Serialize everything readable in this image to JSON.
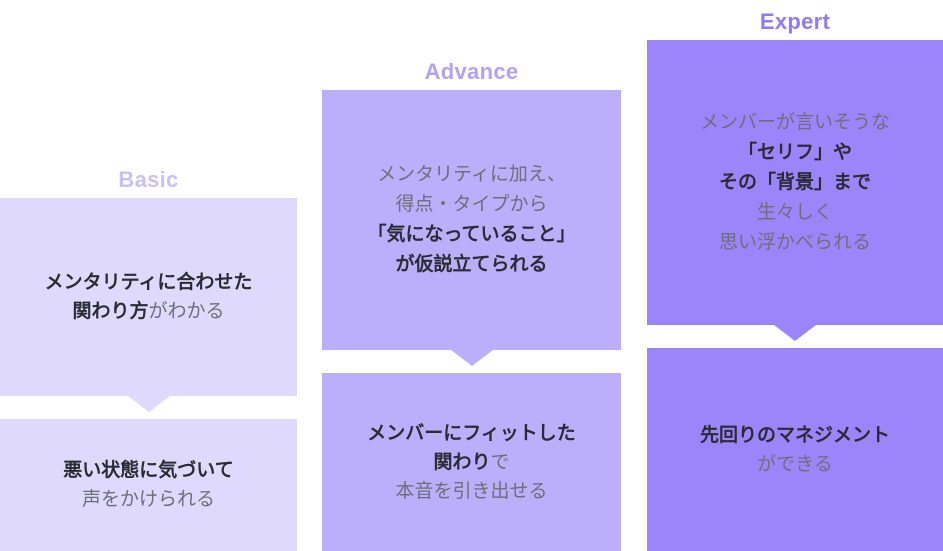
{
  "colors": {
    "basic_bg": "#ded9fd",
    "advance_bg": "#bbaefb",
    "expert_bg": "#9b85fb",
    "basic_title": "#c9c0f7",
    "advance_title": "#b0a2fb",
    "expert_title": "#8f79fb",
    "text_bold": "#2b2b33",
    "text_regular": "#6f6f78",
    "page_bg": "#ffffff"
  },
  "columns": [
    {
      "key": "basic",
      "title": "Basic",
      "top_box": {
        "lines": [
          {
            "parts": [
              {
                "text": "メンタリティに合わせた",
                "bold": true
              }
            ]
          },
          {
            "parts": [
              {
                "text": "関わり方",
                "bold": true
              },
              {
                "text": "がわかる",
                "bold": false
              }
            ]
          }
        ]
      },
      "arrow": {
        "direction": "down"
      },
      "bottom_box": {
        "lines": [
          {
            "parts": [
              {
                "text": "悪い状態に気づいて",
                "bold": true
              }
            ]
          },
          {
            "parts": [
              {
                "text": "声をかけられる",
                "bold": false
              }
            ]
          }
        ]
      }
    },
    {
      "key": "advance",
      "title": "Advance",
      "top_box": {
        "lines": [
          {
            "parts": [
              {
                "text": "メンタリティに加え、",
                "bold": false
              }
            ]
          },
          {
            "parts": [
              {
                "text": "得点・タイプから",
                "bold": false
              }
            ]
          },
          {
            "parts": [
              {
                "text": "「気になっていること」",
                "bold": true
              }
            ]
          },
          {
            "parts": [
              {
                "text": "が仮説立てられる",
                "bold": true
              }
            ]
          }
        ]
      },
      "arrow": {
        "direction": "down"
      },
      "bottom_box": {
        "lines": [
          {
            "parts": [
              {
                "text": "メンバーにフィットした",
                "bold": true
              }
            ]
          },
          {
            "parts": [
              {
                "text": "関わり",
                "bold": true
              },
              {
                "text": "で",
                "bold": false
              }
            ]
          },
          {
            "parts": [
              {
                "text": "本音を引き出せる",
                "bold": false
              }
            ]
          }
        ]
      }
    },
    {
      "key": "expert",
      "title": "Expert",
      "top_box": {
        "lines": [
          {
            "parts": [
              {
                "text": "メンバーが言いそうな",
                "bold": false
              }
            ]
          },
          {
            "parts": [
              {
                "text": "「セリフ」や",
                "bold": true
              }
            ]
          },
          {
            "parts": [
              {
                "text": "その「背景」まで",
                "bold": true
              }
            ]
          },
          {
            "parts": [
              {
                "text": "生々しく",
                "bold": false
              }
            ]
          },
          {
            "parts": [
              {
                "text": "思い浮かべられる",
                "bold": false
              }
            ]
          }
        ]
      },
      "arrow": {
        "direction": "down"
      },
      "bottom_box": {
        "lines": [
          {
            "parts": [
              {
                "text": "先回りのマネジメント",
                "bold": true
              }
            ]
          },
          {
            "parts": [
              {
                "text": "ができる",
                "bold": false
              }
            ]
          }
        ]
      }
    }
  ]
}
